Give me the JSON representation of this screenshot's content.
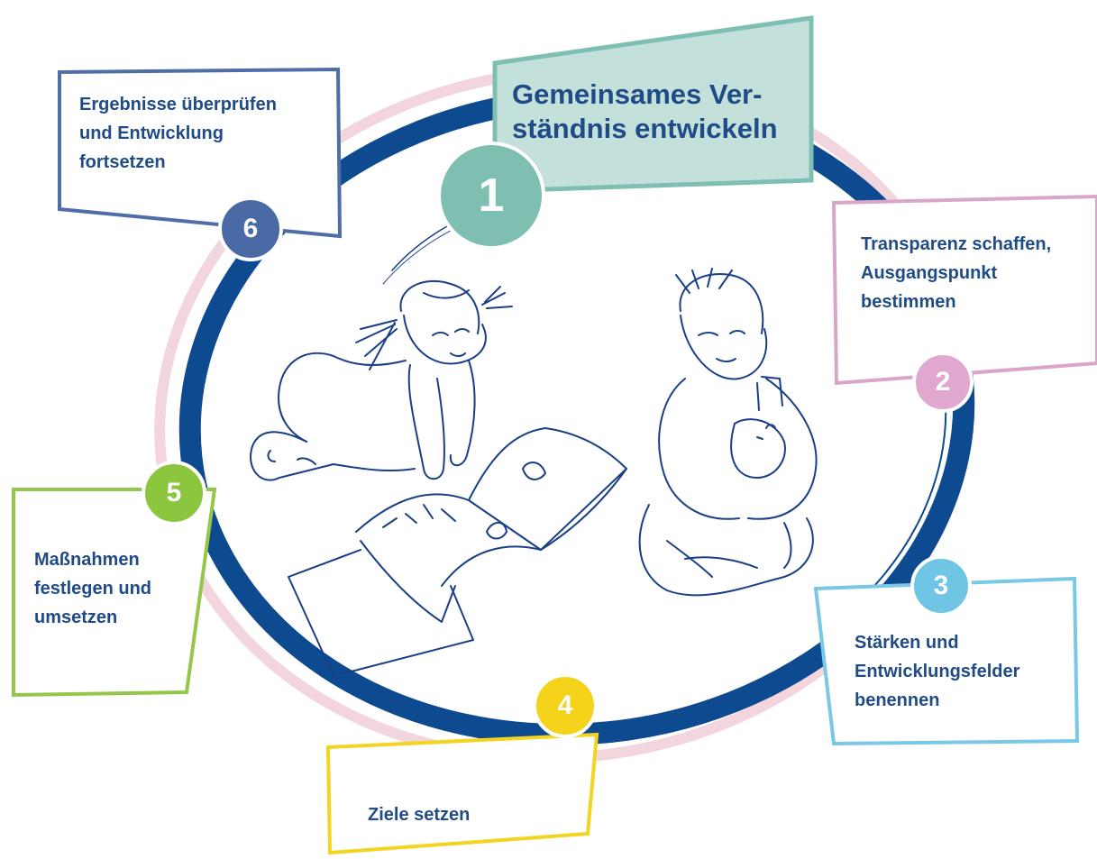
{
  "steps": [
    {
      "number": "1",
      "label": "Gemeinsames Ver-\nständnis entwickeln",
      "color": "#7fbfb2",
      "box_fill": "#c3e0da",
      "box_stroke": "#7fbfb2"
    },
    {
      "number": "2",
      "label": "Transparenz schaffen,\nAusgangspunkt\nbestimmen",
      "color": "#e0a8d0",
      "box_stroke": "#d9a6c9"
    },
    {
      "number": "3",
      "label": "Stärken und\nEntwicklungsfelder\nbenennen",
      "color": "#6ec6e4",
      "box_stroke": "#79c8e6"
    },
    {
      "number": "4",
      "label": "Ziele setzen",
      "color": "#f5d31b",
      "box_stroke": "#f3d421"
    },
    {
      "number": "5",
      "label": "Maßnahmen\nfestlegen und\numsetzen",
      "color": "#8cc63f",
      "box_stroke": "#95c64a"
    },
    {
      "number": "6",
      "label": "Ergebnisse überprüfen\nund Entwicklung\nfortsetzen",
      "color": "#4a6aa5",
      "box_stroke": "#4f6ea8"
    }
  ],
  "colors": {
    "ring": "#0e4a8f",
    "ring_shadow": "#f3d5dd",
    "text": "#1f4b86",
    "sketch": "#1a3f86"
  }
}
